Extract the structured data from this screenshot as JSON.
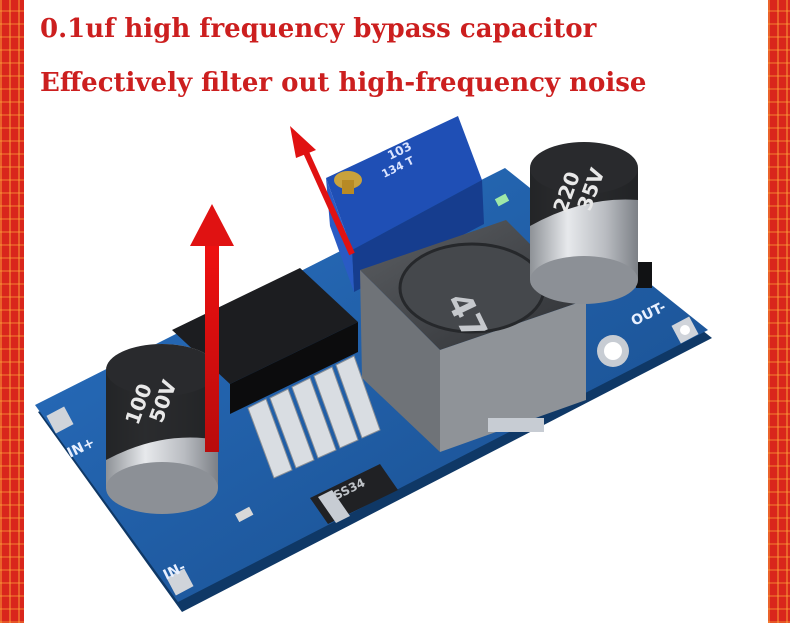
{
  "annotations": {
    "line1": "0.1uf high frequency bypass capacitor",
    "line2": "Effectively filter out high-frequency noise"
  },
  "board": {
    "in_plus": "IN+",
    "in_minus": "IN-",
    "out_minus": "OUT-",
    "inductor_marking": "47",
    "diode_marking": "SS34",
    "trimmer_code": "103",
    "trimmer_line2": "134 T"
  },
  "capacitor_left": {
    "line1": "100",
    "line2": "50V"
  },
  "capacitor_right": {
    "line1": "220",
    "line2": "35V"
  },
  "colors": {
    "frame_red": "#d9261c",
    "caption_red": "#cc1f1f",
    "pcb_blue": "#1f5fa8",
    "arrow_red": "#e01212"
  }
}
